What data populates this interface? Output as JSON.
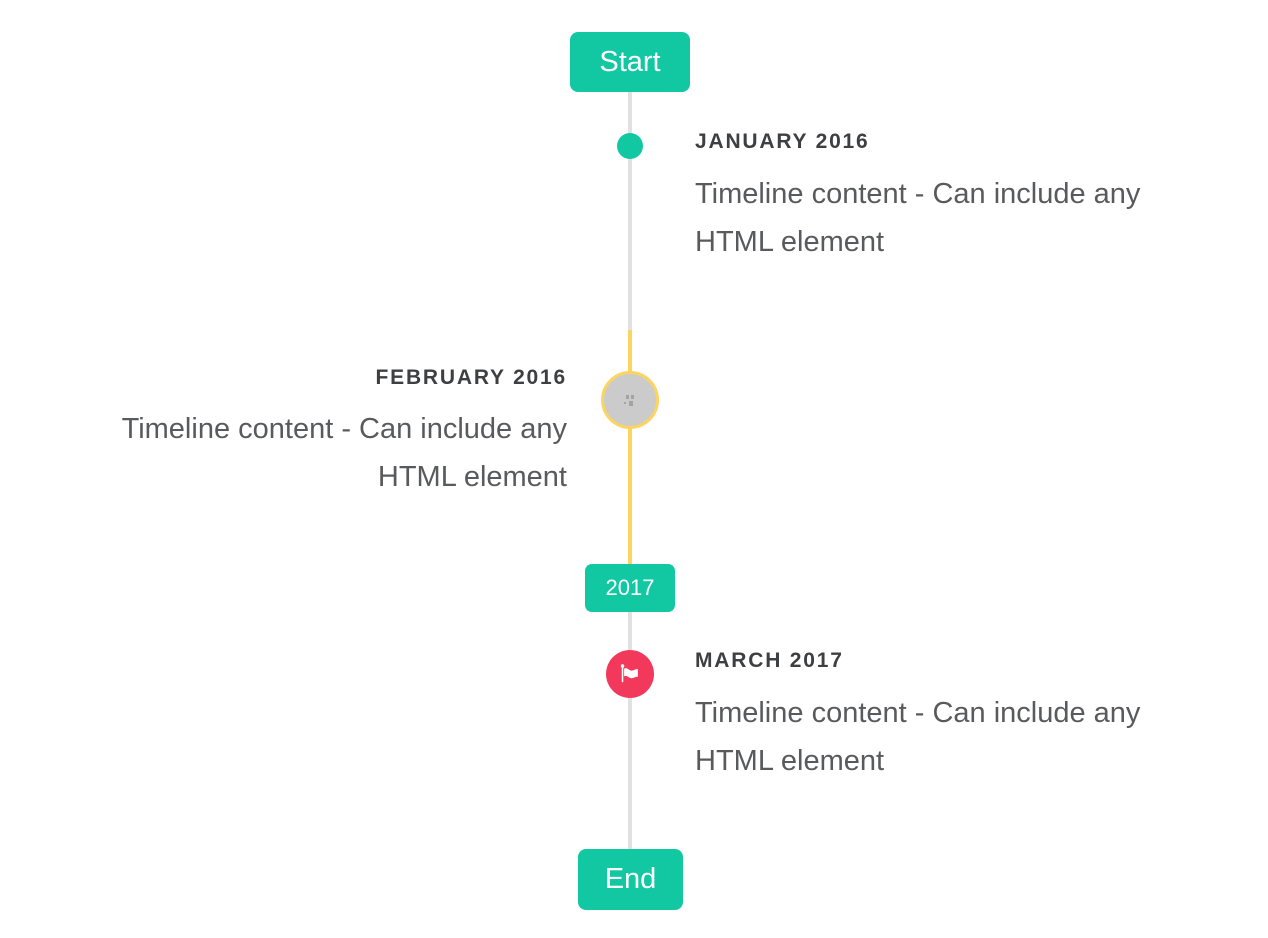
{
  "timeline": {
    "start_label": "Start",
    "year_label": "2017",
    "end_label": "End",
    "items": [
      {
        "title": "JANUARY 2016",
        "content": "Timeline content - Can include any HTML element",
        "side": "right",
        "marker": "teal-dot"
      },
      {
        "title": "FEBRUARY 2016",
        "content": "Timeline content - Can include any HTML element",
        "side": "left",
        "marker": "gray-circle-with-broken-image-yellow-ring"
      },
      {
        "title": "MARCH 2017",
        "content": "Timeline content - Can include any HTML element",
        "side": "right",
        "marker": "red-circle-flag"
      }
    ]
  },
  "icons": {
    "flag": "flag-icon",
    "broken_image": "broken-image-icon"
  },
  "colors": {
    "badge_teal": "#12c8a2",
    "badge_text": "#ffffff",
    "line_gray": "#e1e1e1",
    "highlight_yellow": "#fcd45f",
    "marker_gray_fill": "#cbcbcb",
    "marker_red": "#f2395c",
    "title_text": "#3e3f41",
    "content_text": "#595a5c",
    "background": "#ffffff"
  }
}
